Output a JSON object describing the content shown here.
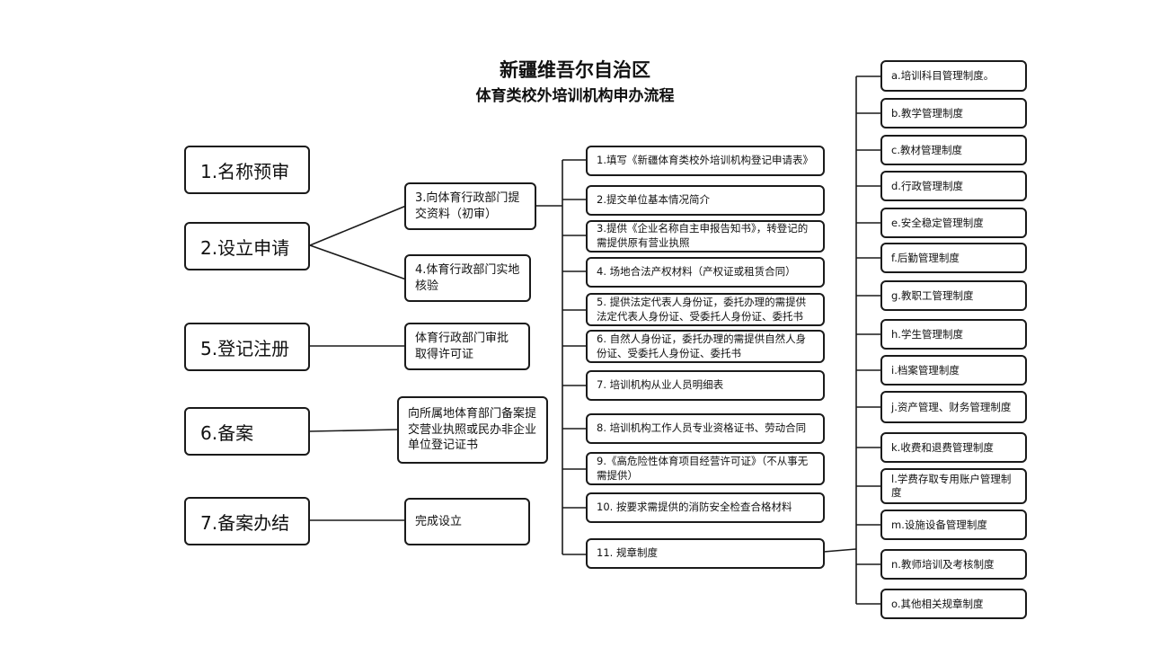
{
  "title": {
    "line1": "新疆维吾尔自治区",
    "line2": "体育类校外培训机构申办流程"
  },
  "stages": [
    {
      "id": "s1",
      "label": "1.名称预审"
    },
    {
      "id": "s2",
      "label": "2.设立申请"
    },
    {
      "id": "s5",
      "label": "5.登记注册"
    },
    {
      "id": "s6",
      "label": "6.备案"
    },
    {
      "id": "s7",
      "label": "7.备案办结"
    }
  ],
  "middle": [
    {
      "id": "m3",
      "label": "3.向体育行政部门提交资料（初审）"
    },
    {
      "id": "m4",
      "label": "4.体育行政部门实地核验"
    },
    {
      "id": "m5",
      "label": "体育行政部门审批取得许可证"
    },
    {
      "id": "m6",
      "label": "向所属地体育部门备案提交营业执照或民办非企业单位登记证书"
    },
    {
      "id": "m7",
      "label": "完成设立"
    }
  ],
  "materials": [
    "1.填写《新疆体育类校外培训机构登记申请表》",
    "2.提交单位基本情况简介",
    "3.提供《企业名称自主申报告知书》，转登记的需提供原有营业执照",
    "4. 场地合法产权材料（产权证或租赁合同）",
    "5. 提供法定代表人身份证，委托办理的需提供法定代表人身份证、受委托人身份证、委托书",
    "6. 自然人身份证，委托办理的需提供自然人身份证、受委托人身份证、委托书",
    "7. 培训机构从业人员明细表",
    "8. 培训机构工作人员专业资格证书、劳动合同",
    "9.《高危险性体育项目经营许可证》（不从事无需提供）",
    "10. 按要求需提供的消防安全检查合格材料",
    "11. 规章制度"
  ],
  "regulations": [
    "a.培训科目管理制度。",
    "b.教学管理制度",
    "c.教材管理制度",
    "d.行政管理制度",
    "e.安全稳定管理制度",
    "f.后勤管理制度",
    "g.教职工管理制度",
    "h.学生管理制度",
    "i.档案管理制度",
    "j.资产管理、财务管理制度",
    "k.收费和退费管理制度",
    "l.学费存取专用账户管理制度",
    "m.设施设备管理制度",
    "n.教师培训及考核制度",
    "o.其他相关规章制度"
  ]
}
